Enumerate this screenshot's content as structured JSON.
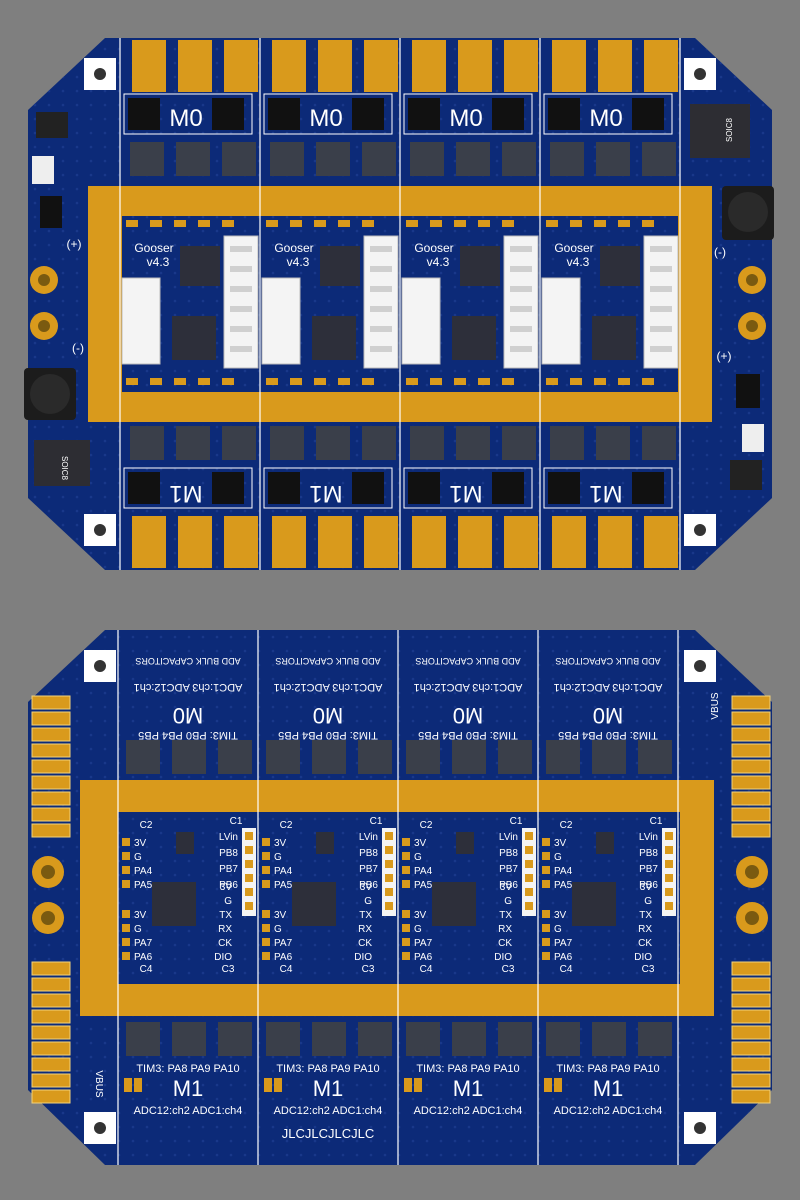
{
  "board_top": {
    "motor_top_label": "M0",
    "motor_bottom_label": "M1",
    "board_name": "Gooser",
    "board_version": "v4.3",
    "ic_label": "SOIC8",
    "plus_label": "(+)",
    "minus_label": "(-)"
  },
  "board_bottom": {
    "bulk_cap_note": "ADD BULK CAPACITORS",
    "adc_top": "ADC1:ch3 ADC12:ch1",
    "motor_top_label": "M0",
    "tim_top": "TIM3: PB0 PB4 PB5",
    "tim_bottom": "TIM3: PA8 PA9 PA10",
    "motor_bottom_label": "M1",
    "adc_bottom": "ADC12:ch2 ADC1:ch4",
    "jlc_code": "JLCJLCJLCJLC",
    "vbus_label": "VBUS",
    "cap_c1": "C1",
    "cap_c2": "C2",
    "cap_c3": "C3",
    "cap_c4": "C4",
    "left_pins_top": [
      "3V",
      "G",
      "PA4",
      "PA5"
    ],
    "left_pins_bottom": [
      "3V",
      "G",
      "PA7",
      "PA6"
    ],
    "right_pins_top": [
      "LVin",
      "PB8",
      "PB7",
      "PB6"
    ],
    "right_pins_bottom": [
      "3V",
      "G",
      "TX",
      "RX",
      "CK",
      "DIO"
    ],
    "side_v_label": "3V",
    "side_v_label2": "LVin"
  },
  "colors": {
    "background": "#7f7f7f",
    "pcb": "#0c2a78",
    "copper": "#d99a1c",
    "silkscreen": "#ffffff",
    "component": "#2d2d33"
  }
}
